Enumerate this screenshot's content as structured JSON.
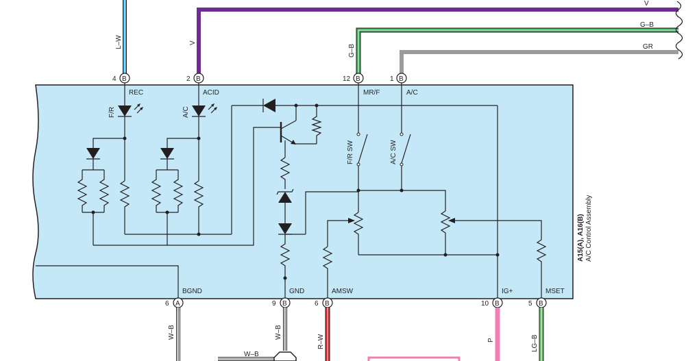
{
  "assembly": {
    "connectors": "A15(A), A16(B)",
    "name": "A/C Control Assembly"
  },
  "top_pins": {
    "rec": {
      "num": "4",
      "conn": "B",
      "label": "REC",
      "wire": "L–W"
    },
    "acid": {
      "num": "2",
      "conn": "B",
      "label": "ACID",
      "wire": "V"
    },
    "mrf": {
      "num": "12",
      "conn": "B",
      "label": "MR/F",
      "wire": "G–B"
    },
    "ac": {
      "num": "1",
      "conn": "B",
      "label": "A/C",
      "wire": ""
    }
  },
  "bottom_pins": {
    "bgnd": {
      "num": "6",
      "conn": "A",
      "label": "BGND",
      "wire": "W–B"
    },
    "gnd": {
      "num": "9",
      "conn": "B",
      "label": "GND",
      "wire": "W–B"
    },
    "amsw": {
      "num": "6",
      "conn": "B",
      "label": "AMSW",
      "wire": "R–W"
    },
    "ig": {
      "num": "10",
      "conn": "B",
      "label": "IG+",
      "wire": "P"
    },
    "mset": {
      "num": "5",
      "conn": "B",
      "label": "MSET",
      "wire": "LG–B"
    }
  },
  "right_wires": {
    "v": "V",
    "gb": "G–B",
    "gr": "GR"
  },
  "internal": {
    "led_fr": "F/R",
    "led_ac": "A/C",
    "sw_fr": "F/R SW",
    "sw_ac": "A/C SW"
  },
  "bottom_wire_label": "W–B",
  "colors": {
    "box_fill": "#c5e8f8",
    "light_blue": "#27aae1",
    "violet": "#6f2c91",
    "green": "#3aa655",
    "gray": "#9b9b9b",
    "red": "#e21f26",
    "pink": "#f07fb5",
    "light_green": "#5cb85c"
  }
}
